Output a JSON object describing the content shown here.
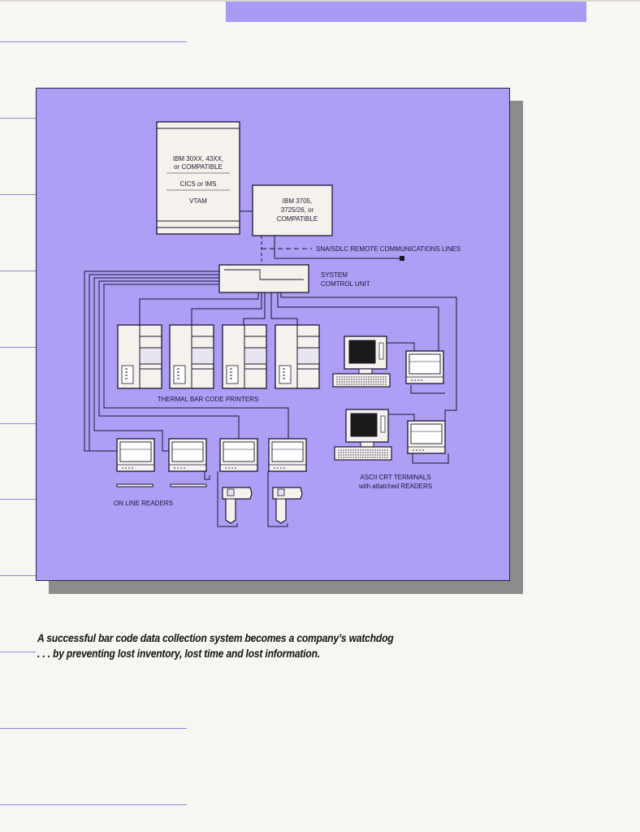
{
  "diagram": {
    "mainframe": {
      "line1": "IBM 30XX, 43XX,",
      "line2": "or COMPATIBLE",
      "line3": "CICS or IMS",
      "line4": "VTAM"
    },
    "frontend": {
      "line1": "IBM 3705,",
      "line2": "3725/26, or",
      "line3": "COMPATIBLE"
    },
    "remote_lines": "SNA/SDLC REMOTE COMMUNICATIONS LINES",
    "control_unit": {
      "line1": "SYSTEM",
      "line2": "COMTROL UNIT"
    },
    "printers_label": "THERMAL BAR CODE PRINTERS",
    "readers_label": "ON LINE READERS",
    "terminals": {
      "line1": "ASCII CRT TERMINALS",
      "line2": "with attatched READERS"
    }
  },
  "caption": {
    "line1": "A successful bar code data collection system becomes a company’s watchdog",
    "line2": ". . . by preventing lost inventory, lost time and lost information."
  },
  "colors": {
    "panel": "#ae9ef5",
    "accent_bar": "#a99bf3",
    "shadow": "#8c8c8c",
    "rules": "#8d86d8"
  }
}
